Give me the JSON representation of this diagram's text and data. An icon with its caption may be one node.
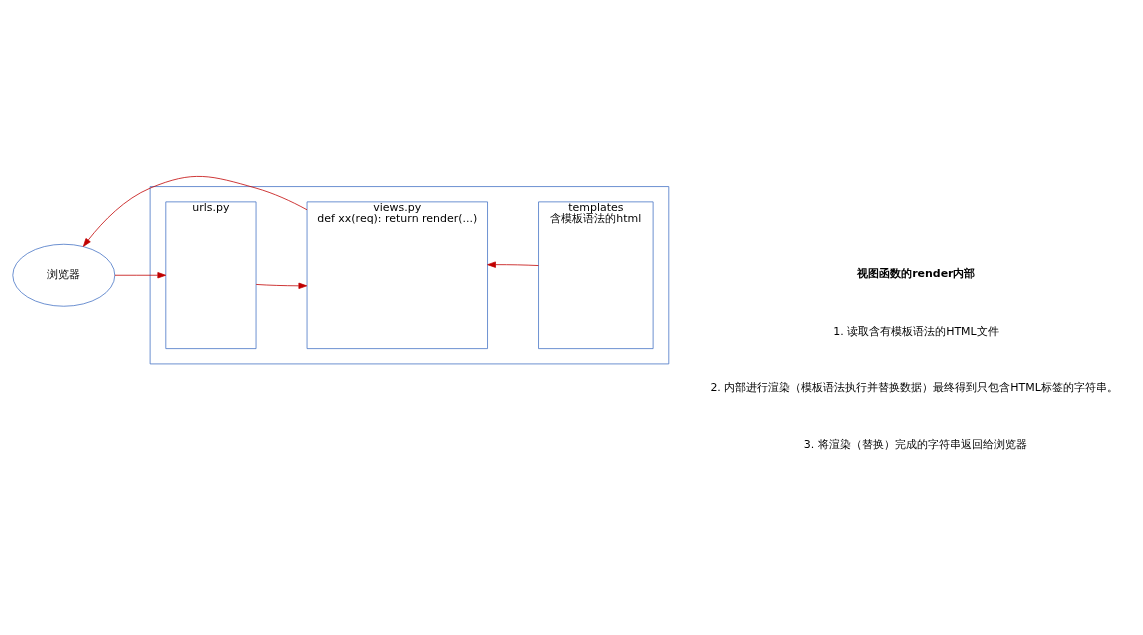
{
  "diagram": {
    "nodes": [
      {
        "text": [],
        "shape": "box"
      },
      {
        "text": [
          "urls.py"
        ],
        "in": 0
      },
      {
        "text": [
          "views.py",
          "def xx(req): return render(...)"
        ],
        "in": 0
      },
      {
        "text": [
          "templates",
          "含模板语法的html"
        ],
        "in": 0
      },
      {
        "text": [
          "浏览器"
        ]
      }
    ],
    "edges": [
      {
        "from": 4,
        "to": 1,
        "arrow": "to"
      },
      {
        "from": 1,
        "to": 2,
        "arrow": "to"
      },
      {
        "from": 3,
        "to": 2,
        "arrow": "to"
      },
      {
        "from": 2,
        "to": 4,
        "arrow": "to"
      }
    ],
    "labels": [
      "视图函数的render内部",
      "1. 读取含有模板语法的HTML文件",
      "2. 内部进行渲染（模板语法执行并替换数据）最终得到只包含HTML标签的字符串。",
      "3. 将渲染（替换）完成的字符串返回给浏览器"
    ]
  }
}
